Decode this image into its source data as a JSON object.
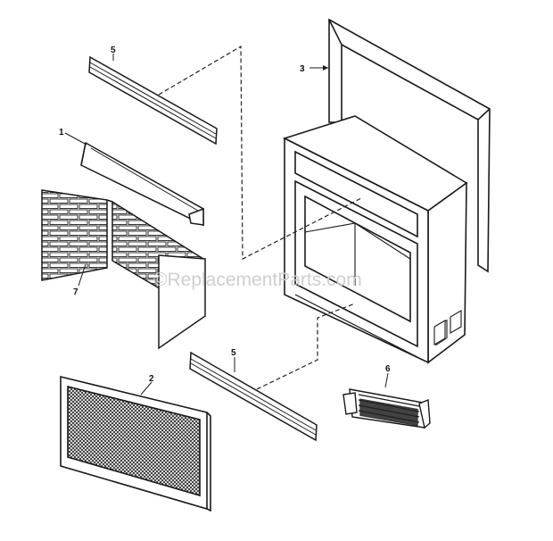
{
  "watermark": "©ReplacementParts.com",
  "callouts": {
    "c1": "1",
    "c2": "2",
    "c3": "3",
    "c5a": "5",
    "c5b": "5",
    "c6": "6",
    "c7": "7"
  },
  "colors": {
    "line": "#1a1a1a",
    "mesh": "#2a2a2a",
    "watermark": "#cfcfcf"
  }
}
